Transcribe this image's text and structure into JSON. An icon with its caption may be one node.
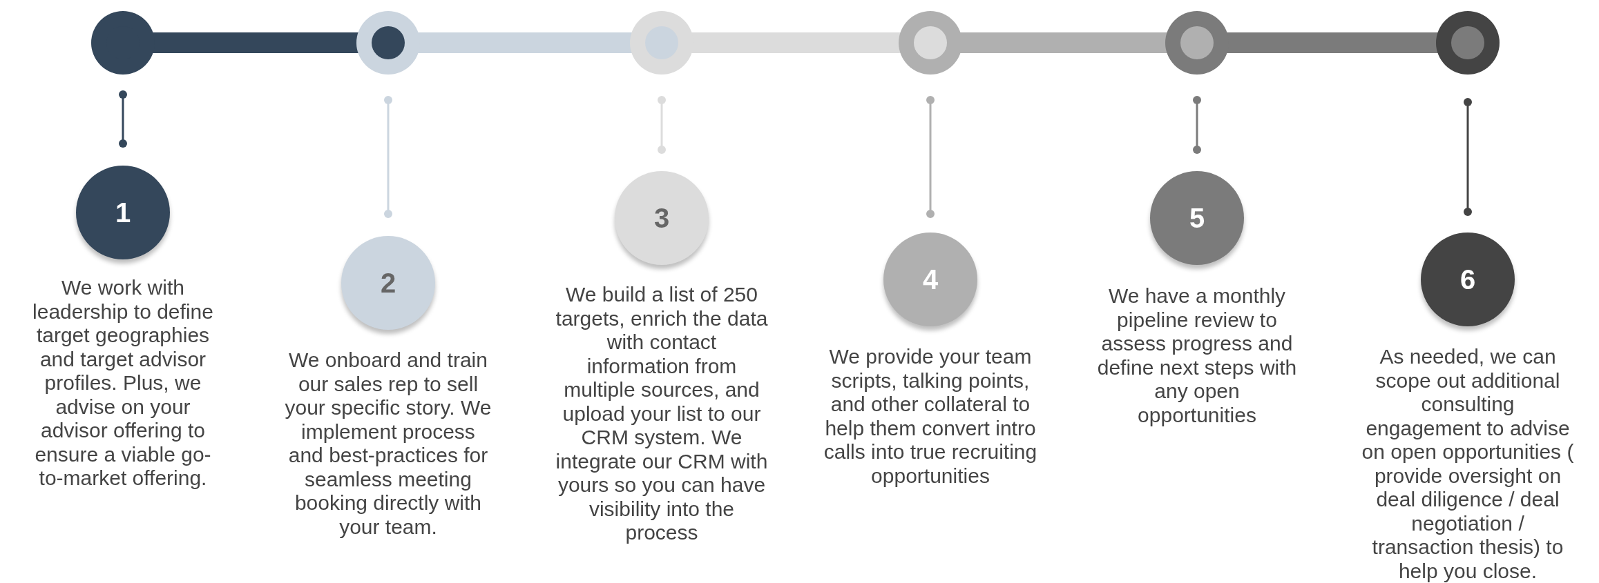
{
  "diagram": {
    "nodes": [
      {
        "text": [
          "1"
        ],
        "beside": [
          "We work with leadership to define target geographies and target advisor profiles. Plus, we advise on your advisor offering to ensure a viable go-to-market offering."
        ]
      },
      {
        "text": [
          "2"
        ],
        "beside": [
          "We onboard and train our sales rep to sell your specific story. We implement process and best-practices for seamless meeting booking directly with your team."
        ]
      },
      {
        "text": [
          "3"
        ],
        "beside": [
          "We build a list of 250 targets, enrich the data with contact information from multiple sources, and upload your list to our CRM system. We integrate our CRM with yours so you can have visibility into the process"
        ]
      },
      {
        "text": [
          "4"
        ],
        "beside": [
          "We provide your team scripts, talking points, and other collateral to help them convert intro calls into true recruiting opportunities"
        ]
      },
      {
        "text": [
          "5"
        ],
        "beside": [
          "We have a monthly pipeline review to assess progress and define next steps with any open opportunities"
        ]
      },
      {
        "text": [
          "6"
        ],
        "beside": [
          "As needed, we can scope out additional consulting engagement to advise on open opportunities ( provide oversight on deal diligence / deal negotiation / transaction thesis) to help you close."
        ]
      }
    ]
  }
}
